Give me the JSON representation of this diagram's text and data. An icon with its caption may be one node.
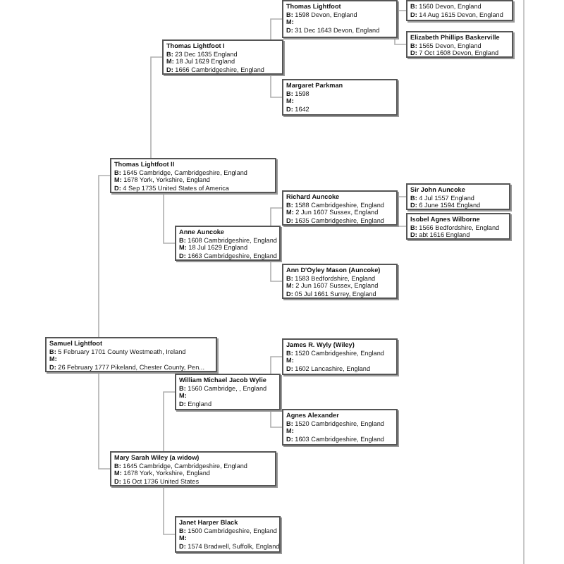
{
  "diagram": {
    "nodes": [
      {
        "text": [
          "Thomas Lightfoot",
          "B: 1598 Devon, England",
          "M:",
          "D: 31 Dec 1643 Devon, England"
        ]
      },
      {
        "text": [
          "B: 1560 Devon, England",
          "D: 14 Aug 1615 Devon, England"
        ]
      },
      {
        "text": [
          "Elizabeth Phillips Baskerville",
          "B: 1565 Devon, England",
          "D: 7 Oct 1608 Devon, England"
        ]
      },
      {
        "text": [
          "Thomas Lightfoot I",
          "B: 23 Dec 1635 England",
          "M: 18 Jul 1629 England",
          "D: 1666 Cambridgeshire, England"
        ]
      },
      {
        "text": [
          "Margaret Parkman",
          "B: 1598",
          "M:",
          "D: 1642"
        ]
      },
      {
        "text": [
          "Thomas Lightfoot II",
          "B: 1645 Cambridge, Cambridgeshire, England",
          "M: 1678 York, Yorkshire, England",
          "D: 4 Sep 1735 United States of America"
        ]
      },
      {
        "text": [
          "Richard Auncoke",
          "B: 1588 Cambridgeshire, England",
          "M: 2 Jun 1607 Sussex, England",
          "D: 1635 Cambridgeshire, England"
        ]
      },
      {
        "text": [
          "Sir John Auncoke",
          "B: 4 Jul 1557 England",
          "D: 6 June 1594 England"
        ]
      },
      {
        "text": [
          "Isobel Agnes Wilborne",
          "B: 1566 Bedfordshire, England",
          "D: abt 1616 England"
        ]
      },
      {
        "text": [
          "Anne Auncoke",
          "B: 1608 Cambridgeshire, England",
          "M: 18 Jul 1629 England",
          "D: 1663 Cambridgeshire, England"
        ]
      },
      {
        "text": [
          "Ann D'Oyley Mason (Auncoke)",
          "B: 1583 Bedfordshire, England",
          "M: 2 Jun 1607 Sussex, England",
          "D: 05 Jul 1661 Surrey, England"
        ]
      },
      {
        "text": [
          "Samuel Lightfoot",
          "B: 5 February 1701 County Westmeath, Ireland",
          "M:",
          "D: 26 February 1777 Pikeland, Chester County, Pen..."
        ]
      },
      {
        "text": [
          "James R. Wyly (Wiley)",
          "B: 1520 Cambridgeshire, England",
          "M:",
          "D: 1602 Lancashire, England"
        ]
      },
      {
        "text": [
          "William Michael Jacob Wylie",
          "B: 1560 Cambridge, , England",
          "M:",
          "D: England"
        ]
      },
      {
        "text": [
          "Agnes Alexander",
          "B: 1520 Cambridgeshire, England",
          "M:",
          "D: 1603 Cambridgeshire, England"
        ]
      },
      {
        "text": [
          "Mary Sarah Wiley (a widow)",
          "B: 1645 Cambridge, Cambridgeshire, England",
          "M: 1678 York, Yorkshire, England",
          "D: 16 Oct 1736 United States"
        ]
      },
      {
        "text": [
          "Janet Harper Black",
          "B: 1500 Cambridgeshire, England",
          "M:",
          "D: 1574 Bradwell, Suffolk, England"
        ]
      }
    ],
    "edges": [
      {
        "from": 11,
        "to": 5,
        "arrow": "none"
      },
      {
        "from": 11,
        "to": 15,
        "arrow": "none"
      },
      {
        "from": 5,
        "to": 3,
        "arrow": "none"
      },
      {
        "from": 5,
        "to": 9,
        "arrow": "none"
      },
      {
        "from": 3,
        "to": 0,
        "arrow": "none"
      },
      {
        "from": 3,
        "to": 4,
        "arrow": "none"
      },
      {
        "from": 0,
        "to": 1,
        "arrow": "none"
      },
      {
        "from": 0,
        "to": 2,
        "arrow": "none"
      },
      {
        "from": 9,
        "to": 6,
        "arrow": "none"
      },
      {
        "from": 9,
        "to": 10,
        "arrow": "none"
      },
      {
        "from": 6,
        "to": 7,
        "arrow": "none"
      },
      {
        "from": 6,
        "to": 8,
        "arrow": "none"
      },
      {
        "from": 15,
        "to": 13,
        "arrow": "none"
      },
      {
        "from": 15,
        "to": 16,
        "arrow": "none"
      },
      {
        "from": 13,
        "to": 12,
        "arrow": "none"
      },
      {
        "from": 13,
        "to": 14,
        "arrow": "none"
      }
    ]
  }
}
